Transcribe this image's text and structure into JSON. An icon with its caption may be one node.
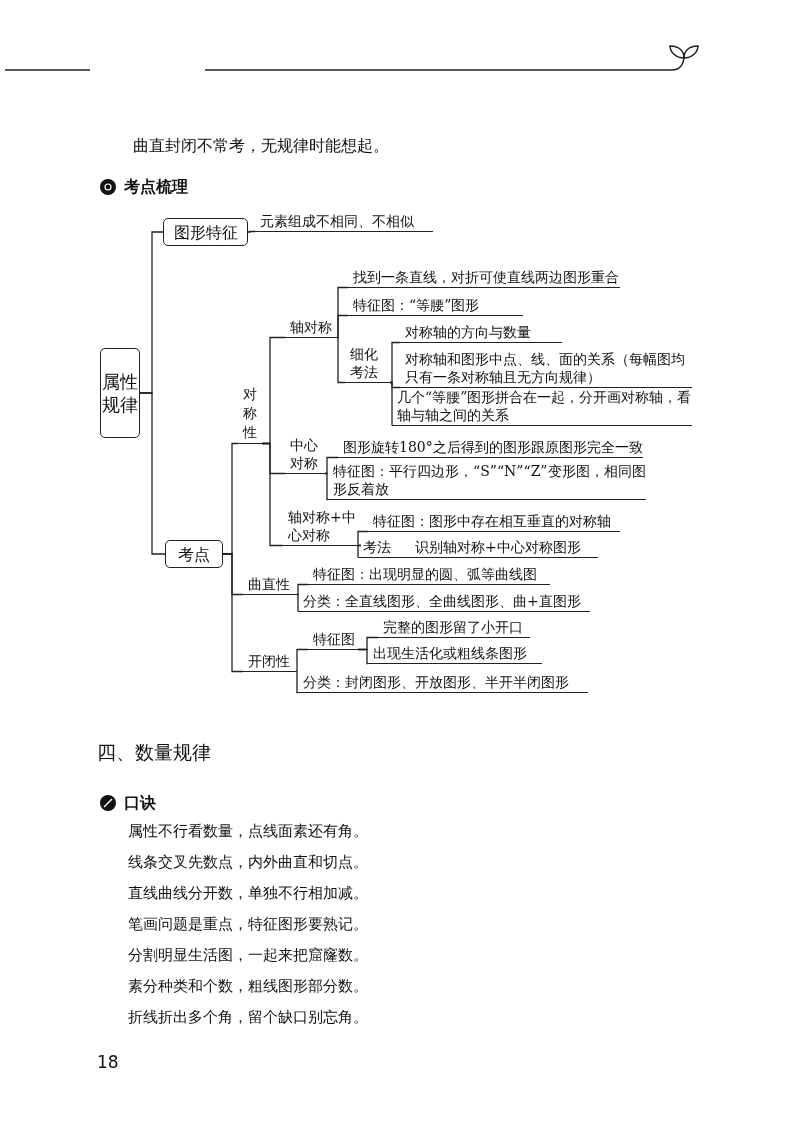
{
  "diagram": {
    "nodes": [
      {
        "text": [
          "属性规律"
        ]
      },
      {
        "text": [
          "图形特征"
        ]
      },
      {
        "text": [
          "元素组成不相同、不相似"
        ]
      },
      {
        "text": [
          "考点"
        ]
      },
      {
        "text": [
          "对称性"
        ]
      },
      {
        "text": [
          "轴对称"
        ]
      },
      {
        "text": [
          "找到一条直线，对折可使直线两边图形重合"
        ]
      },
      {
        "text": [
          "特征图：“等腰”图形"
        ]
      },
      {
        "text": [
          "细化考法"
        ]
      },
      {
        "text": [
          "对称轴的方向与数量"
        ]
      },
      {
        "text": [
          "对称轴和图形中点、线、面的关系（每幅图均只有一条对称轴且无方向规律）"
        ]
      },
      {
        "text": [
          "几个“等腰”图形拼合在一起，分开画对称轴，看轴与轴之间的关系"
        ]
      },
      {
        "text": [
          "中心对称"
        ]
      },
      {
        "text": [
          "图形旋转180°之后得到的图形跟原图形完全一致"
        ]
      },
      {
        "text": [
          "特征图：平行四边形，“S”“N”“Z”变形图，相同图形反着放"
        ]
      },
      {
        "text": [
          "轴对称+中心对称"
        ]
      },
      {
        "text": [
          "特征图：图形中存在相互垂直的对称轴"
        ]
      },
      {
        "text": [
          "考法",
          "识别轴对称+中心对称图形"
        ]
      },
      {
        "text": [
          "曲直性"
        ]
      },
      {
        "text": [
          "特征图：出现明显的圆、弧等曲线图"
        ]
      },
      {
        "text": [
          "分类：全直线图形、全曲线图形、曲+直图形"
        ]
      },
      {
        "text": [
          "开闭性"
        ]
      },
      {
        "text": [
          "特征图"
        ]
      },
      {
        "text": [
          "完整的图形留了小开口"
        ]
      },
      {
        "text": [
          "出现生活化或粗线条图形"
        ]
      },
      {
        "text": [
          "分类：封闭图形、开放图形、半开半闭图形"
        ]
      }
    ],
    "edges": [
      {
        "from": 0,
        "to": 1,
        "arrow": "none"
      },
      {
        "from": 1,
        "to": 2,
        "arrow": "none"
      },
      {
        "from": 0,
        "to": 3,
        "arrow": "none"
      },
      {
        "from": 3,
        "to": 4,
        "arrow": "none"
      },
      {
        "from": 4,
        "to": 5,
        "arrow": "none"
      },
      {
        "from": 5,
        "to": 6,
        "arrow": "none"
      },
      {
        "from": 5,
        "to": 7,
        "arrow": "none"
      },
      {
        "from": 5,
        "to": 8,
        "arrow": "none"
      },
      {
        "from": 8,
        "to": 9,
        "arrow": "none"
      },
      {
        "from": 8,
        "to": 10,
        "arrow": "none"
      },
      {
        "from": 8,
        "to": 11,
        "arrow": "none"
      },
      {
        "from": 4,
        "to": 12,
        "arrow": "none"
      },
      {
        "from": 12,
        "to": 13,
        "arrow": "none"
      },
      {
        "from": 12,
        "to": 14,
        "arrow": "none"
      },
      {
        "from": 4,
        "to": 15,
        "arrow": "none"
      },
      {
        "from": 15,
        "to": 16,
        "arrow": "none"
      },
      {
        "from": 15,
        "to": 17,
        "arrow": "none"
      },
      {
        "from": 3,
        "to": 18,
        "arrow": "none"
      },
      {
        "from": 18,
        "to": 19,
        "arrow": "none"
      },
      {
        "from": 18,
        "to": 20,
        "arrow": "none"
      },
      {
        "from": 3,
        "to": 21,
        "arrow": "none"
      },
      {
        "from": 21,
        "to": 22,
        "arrow": "none"
      },
      {
        "from": 22,
        "to": 23,
        "arrow": "none"
      },
      {
        "from": 22,
        "to": 24,
        "arrow": "none"
      },
      {
        "from": 21,
        "to": 25,
        "arrow": "none"
      }
    ],
    "labels": [
      "曲直封闭不常考，无规律时能想起。",
      "考点梳理",
      "四、数量规律",
      "口诀",
      "属性不行看数量，点线面素还有角。",
      "线条交叉先数点，内外曲直和切点。",
      "直线曲线分开数，单独不行相加减。",
      "笔画问题是重点，特征图形要熟记。",
      "分割明显生活图，一起来把窟窿数。",
      "素分种类和个数，粗线图形部分数。",
      "折线折出多个角，留个缺口别忘角。",
      "18"
    ]
  }
}
